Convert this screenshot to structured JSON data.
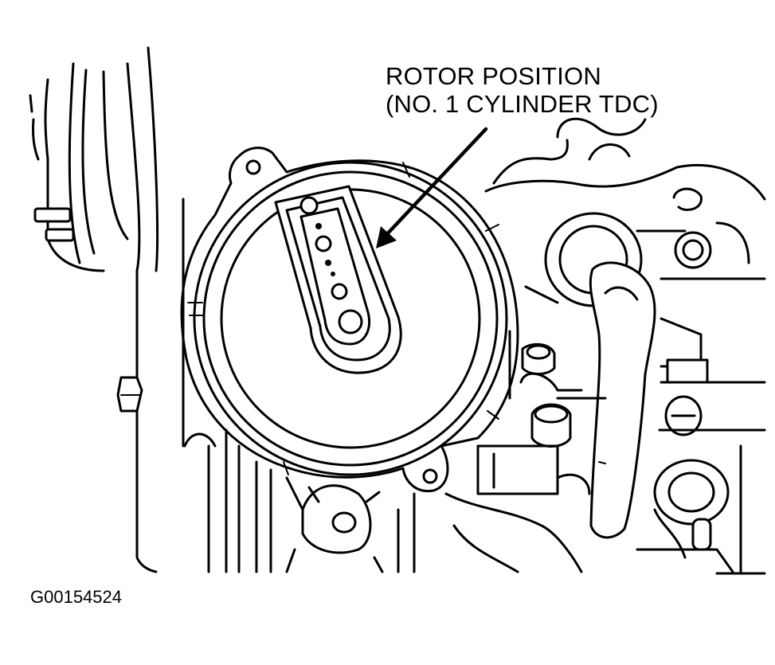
{
  "callout": {
    "line1": "ROTOR POSITION",
    "line2": "(NO. 1 CYLINDER TDC)"
  },
  "figure_id": "G00154524",
  "colors": {
    "ink": "#000000",
    "paper": "#ffffff"
  }
}
